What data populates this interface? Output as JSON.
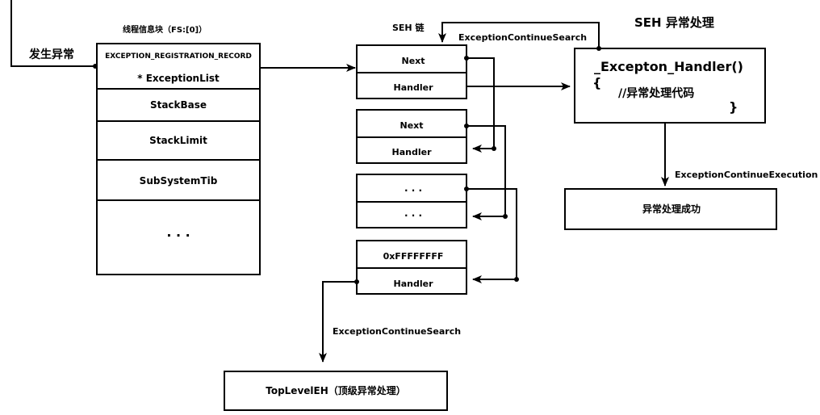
{
  "labels": {
    "exception_occurs": "发生异常",
    "tib_title": "线程信息块（FS:[0]）",
    "seh_chain_title": "SEH 链",
    "seh_handling_title": "SEH 异常处理",
    "continue_search_top": "ExceptionContinueSearch",
    "continue_search_bottom": "ExceptionContinueSearch",
    "continue_execution": "ExceptionContinueExecution"
  },
  "tib": {
    "record_header": "EXCEPTION_REGISTRATION_RECORD",
    "exception_list": "*  ExceptionList",
    "stack_base": "StackBase",
    "stack_limit": "StackLimit",
    "subsystem_tib": "SubSystemTib",
    "ellipsis": "·  ·  ·"
  },
  "seh_chain": [
    {
      "top": "Next",
      "bottom": "Handler"
    },
    {
      "top": "Next",
      "bottom": "Handler"
    },
    {
      "top": "· · ·",
      "bottom": "· · ·"
    },
    {
      "top": "0xFFFFFFFF",
      "bottom": "Handler"
    }
  ],
  "handler_box": {
    "signature": "_Excepton_Handler()",
    "open_brace": "{",
    "body": "//异常处理代码",
    "close_brace": "}"
  },
  "success_box": "异常处理成功",
  "toplevel_box": "TopLevelEH（顶级异常处理）"
}
